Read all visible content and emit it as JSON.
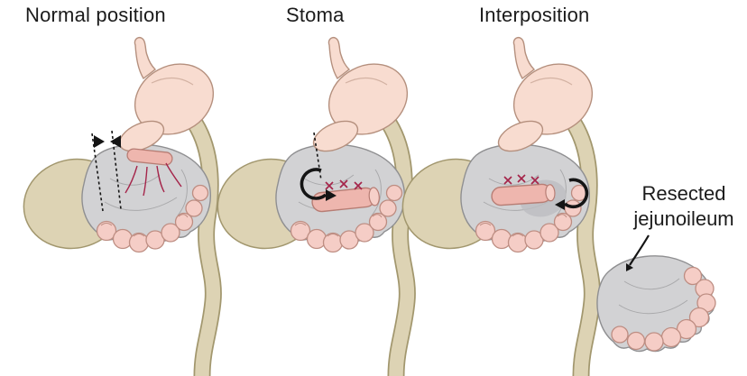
{
  "figure": {
    "panels": [
      {
        "id": "normal-position",
        "label": "Normal position"
      },
      {
        "id": "stoma",
        "label": "Stoma"
      },
      {
        "id": "interposition",
        "label": "Interposition"
      }
    ],
    "annotation": {
      "line1": "Resected",
      "line2": "jejunoileum"
    }
  },
  "colors": {
    "background": "#ffffff",
    "stomach_fill": "#f8dcd0",
    "stomach_outline": "#b5907e",
    "bowel_beige_fill": "#ddd3b4",
    "bowel_beige_outline": "#a2976e",
    "mesentery_gray_fill": "#d2d2d4",
    "mesentery_gray_outline": "#8f8f91",
    "coil_pink_fill": "#f5cdc6",
    "coil_pink_outline": "#bd8d82",
    "segment_pink_fill": "#eeb6ae",
    "segment_pink_outline": "#b77d74",
    "suture_red": "#a5254a",
    "annotation_black": "#151515",
    "text_color": "#1b1b1b"
  }
}
